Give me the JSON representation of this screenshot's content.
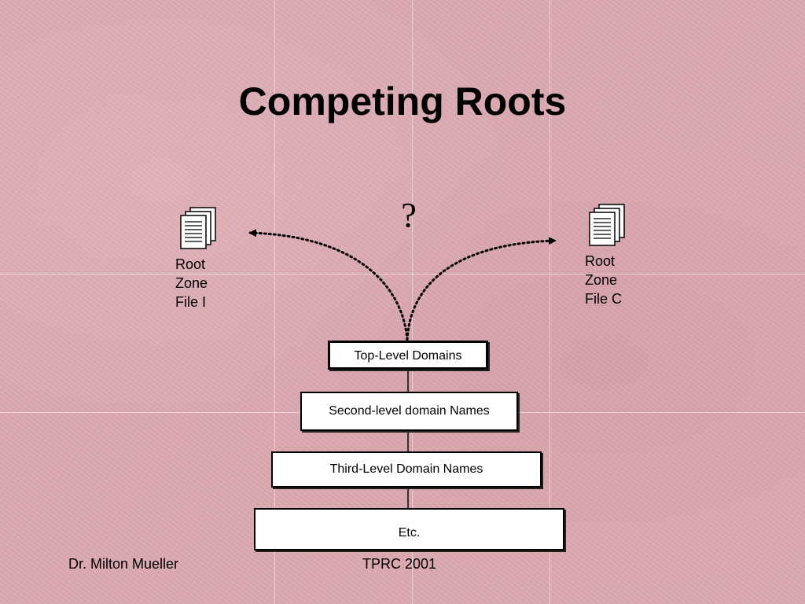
{
  "title": "Competing Roots",
  "question_mark": "?",
  "root_zone_files": [
    {
      "lines": [
        "Root",
        "Zone",
        "File I"
      ],
      "icon": "document-stack-icon"
    },
    {
      "lines": [
        "Root",
        "Zone",
        "File C"
      ],
      "icon": "document-stack-icon"
    }
  ],
  "hierarchy": [
    "Top-Level Domains",
    "Second-level domain Names",
    "Third-Level Domain Names",
    "Etc."
  ],
  "footer": {
    "left": "Dr. Milton Mueller",
    "center": "TPRC 2001"
  }
}
